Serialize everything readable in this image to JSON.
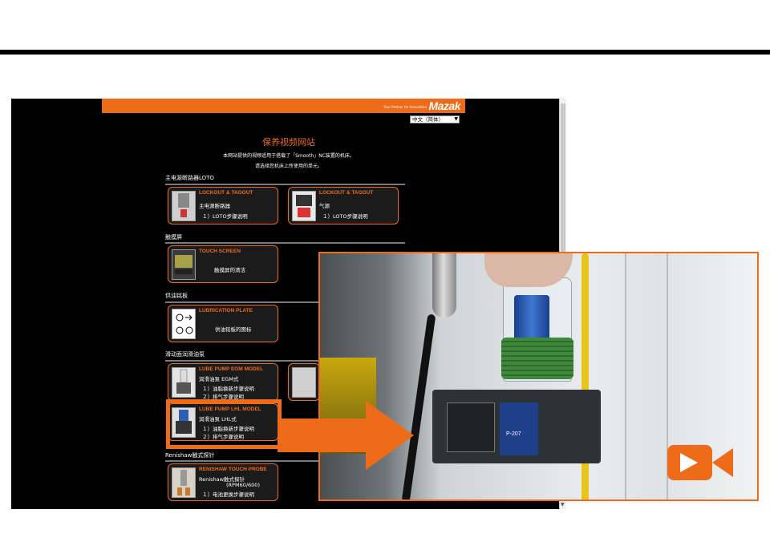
{
  "browser": {
    "header": {
      "logo": "Mazak",
      "logo_small": "Your Partner for Innovation"
    },
    "language_select": {
      "value": "中文（简体）"
    },
    "page_title": "保养视频网站",
    "intro_line1": "本网站提供的视频适用于搭载了「Smooth」NC装置的机床。",
    "intro_line2": "请选择您机床上所使用的单元。"
  },
  "sections": [
    {
      "label": "主电源断路器LOTO"
    },
    {
      "label": "触摸屏"
    },
    {
      "label": "供油铭板"
    },
    {
      "label": "滑动面润滑油泵"
    },
    {
      "label": "Renishaw触式探针"
    }
  ],
  "cards": {
    "loto_breaker": {
      "title": "LOCKOUT & TAGOUT",
      "line1": "主电源断路器",
      "line2": "１）LOTO步骤说明"
    },
    "loto_air": {
      "title": "LOCKOUT & TAGOUT",
      "line1": "气源",
      "line2": "１）LOTO步骤说明"
    },
    "touch_screen": {
      "title": "TOUCH SCREEN",
      "line1": "触摸屏的清洁"
    },
    "lubrication_plate": {
      "title": "LUBRICATION PLATE",
      "line1": "供油铭板的图标"
    },
    "egm": {
      "title": "LUBE PUMP EGM MODEL",
      "line1": "润滑油泵 EGM式",
      "line2": "１）油脂换新步骤说明",
      "line3": "２）排气步骤说明"
    },
    "lhl": {
      "title": "LUBE PUMP LHL MODEL",
      "line1": "润滑油泵 LHL式",
      "line2": "１）油脂换新步骤说明",
      "line3": "２）排气步骤说明"
    },
    "probe": {
      "title": "RENISHAW TOUCH PROBE",
      "line1": "Renishaw触式探针",
      "line2": "(RPM60/600)",
      "line3": "１）电池更换步骤说明"
    }
  },
  "video": {
    "label": "P-207"
  },
  "icons": {
    "camera": "video-camera-icon",
    "arrow": "right-arrow-icon"
  },
  "colors": {
    "accent": "#ee6b1a",
    "background": "#000000"
  }
}
